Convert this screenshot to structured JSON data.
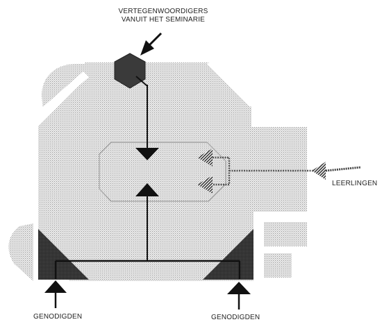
{
  "labels": {
    "top_line1": "VERTEGENWOORDIGERS",
    "top_line2": "VANUIT HET SEMINARIE",
    "right": "LEERLINGEN",
    "bottom_left": "GENODIGDEN",
    "bottom_right": "GENODIGDEN"
  },
  "colors": {
    "stipple_fill": "#d8d8d8",
    "dark_fill": "#3a3a3a",
    "line": "#111111"
  }
}
